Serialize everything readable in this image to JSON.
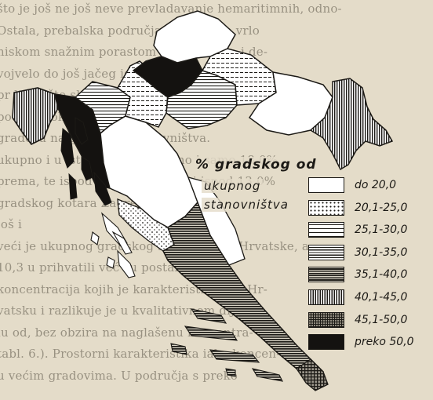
{
  "background_text": [
    "što je još ne još neve prevladavanje hemaritimnih, odno-",
    "Ostala, prebalska područja odlikuju se vrlo",
    "niskom snažnim porastom stanovništva i de-",
    "vojvelo do još jačeg iseljavanja. Primorja kao",
    "pr lje nešto slabije, a i na ostalim s u",
    "pod se s oko 27% gradova",
    "gradova na gradskog stanovništva.",
    "ukupno i u iste gradove zajedno i samo 18,0%",
    "prema, te ispod općeg prosjeka i ispod 13,0%",
    "gradskog kotara Zagreb i Like",
    "još i ",
    "veći je ukupnog gradskog stanovništva Hrvatske, a",
    "10,3 u prihvatili već su postale nji-",
    "koncentracija kojih je karakteristična za Hr-",
    "vatsku i razlikuje je u kvalitativnom dije-",
    "lu od, bez obzira na naglašenu koncentra-",
    "tabl. 6.). Prostorni karakteristika iako koncen-",
    "u većim gradovima. U područja s preko"
  ],
  "legend": {
    "title": "% gradskog od",
    "subtitle_1": "ukupnog",
    "subtitle_2": "stanovništva",
    "items": [
      {
        "label": "do 20,0",
        "pattern": "white"
      },
      {
        "label": "20,1-25,0",
        "pattern": "dots"
      },
      {
        "label": "25,1-30,0",
        "pattern": "thin-horizontal"
      },
      {
        "label": "30,1-35,0",
        "pattern": "horizontal"
      },
      {
        "label": "35,1-40,0",
        "pattern": "dense-horizontal"
      },
      {
        "label": "40,1-45,0",
        "pattern": "vertical"
      },
      {
        "label": "45,1-50,0",
        "pattern": "cross-hatch"
      },
      {
        "label": "preko 50,0",
        "pattern": "black"
      }
    ]
  },
  "colors": {
    "paper": "#e4dcc9",
    "ink": "#1c1a16",
    "fill_white": "#ffffff"
  }
}
